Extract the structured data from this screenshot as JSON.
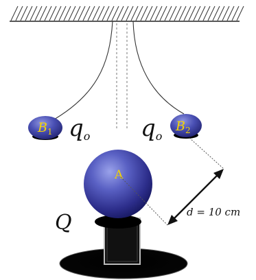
{
  "labels": {
    "ball_left": "B",
    "ball_left_sub": "1",
    "ball_right": "B",
    "ball_right_sub": "2",
    "ball_center": "A",
    "charge_small_left": "q",
    "charge_small_left_sub": "o",
    "charge_small_right": "q",
    "charge_small_right_sub": "o",
    "charge_large": "Q",
    "distance": "d = 10 cm"
  },
  "colors": {
    "ball": "#2c2d8a",
    "ball_highlight": "#8e95e0",
    "ball_label": "#f5d400",
    "shadow": "#000000",
    "stand": "#111111",
    "ceiling": "#222222"
  }
}
